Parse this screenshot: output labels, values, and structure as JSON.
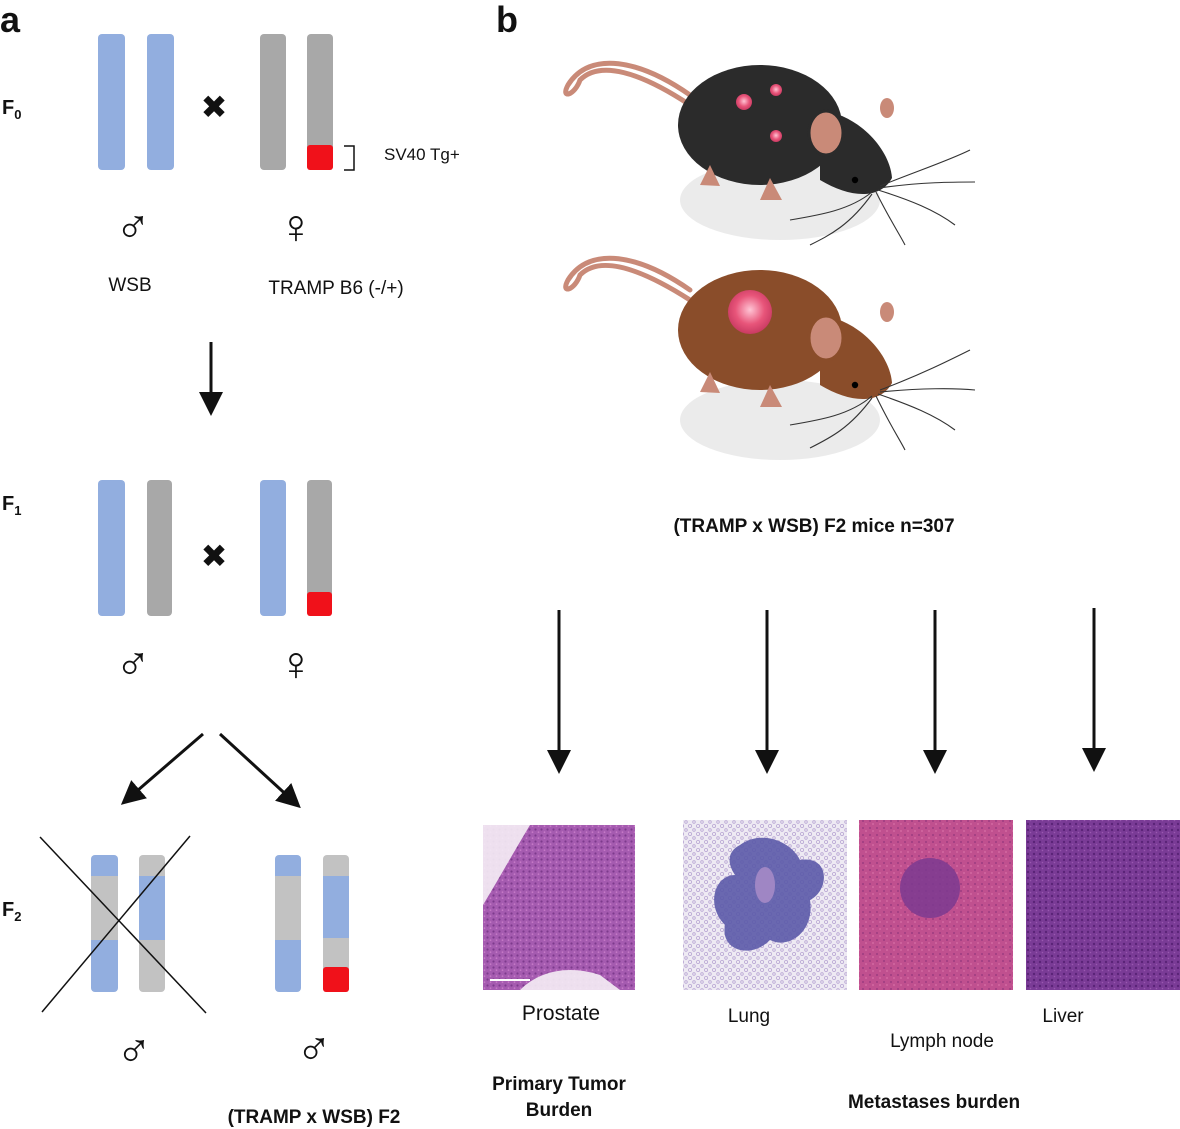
{
  "panel_labels": {
    "a": "a",
    "b": "b"
  },
  "generations": {
    "f0": {
      "letter": "F",
      "sub": "0"
    },
    "f1": {
      "letter": "F",
      "sub": "1"
    },
    "f2": {
      "letter": "F",
      "sub": "2"
    }
  },
  "transgene_label": "SV40 Tg+",
  "strain_left": "WSB",
  "strain_right": "TRAMP B6 (-/+)",
  "symbols": {
    "male": "♂",
    "female": "♀",
    "cross": "✖"
  },
  "f2_caption": "(TRAMP x WSB) F2",
  "mice_caption": "(TRAMP x WSB) F2 mice n=307",
  "tissues": {
    "prostate": "Prostate",
    "lung": "Lung",
    "lymph": "Lymph node",
    "liver": "Liver"
  },
  "outcome_primary_line1": "Primary Tumor",
  "outcome_primary_line2": "Burden",
  "outcome_metastases": "Metastases burden",
  "colors": {
    "wsb_blue": "#92aedf",
    "b6_gray": "#a8a8a8",
    "f2_gray": "#c2c2c2",
    "transgene_red": "#f0111a",
    "mouse_black": "#2b2b2b",
    "mouse_brown": "#8a4d2a",
    "tumor_pink": "#e8557a",
    "he_stain": "#9b4aa3"
  }
}
